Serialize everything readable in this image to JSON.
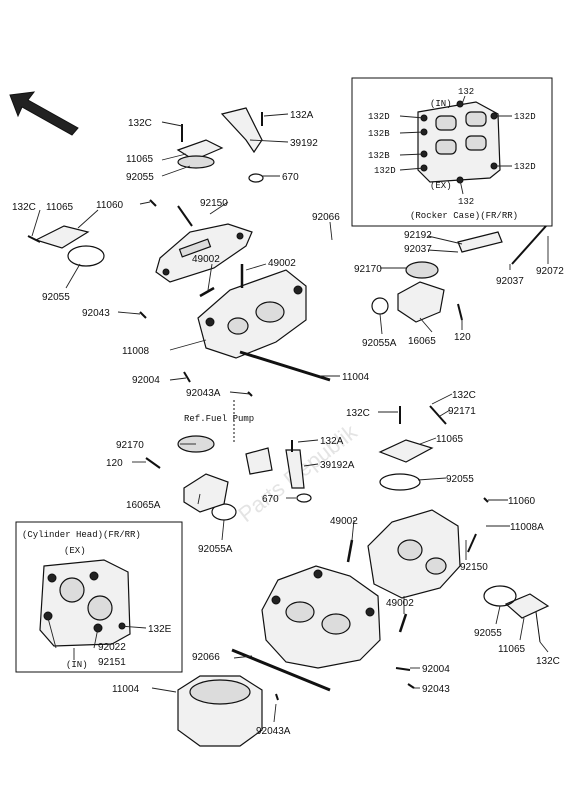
{
  "labels": {
    "l_132c_top": "132C",
    "l_132a_top": "132A",
    "l_11065_top": "11065",
    "l_39192": "39192",
    "l_92055_top": "92055",
    "l_670_top": "670",
    "l_11060_top": "11060",
    "l_92150_top": "92150",
    "l_132c_left": "132C",
    "l_11065_left": "11065",
    "l_92066_top": "92066",
    "l_49002_a": "49002",
    "l_49002_b": "49002",
    "l_92055_left": "92055",
    "l_92043_top": "92043",
    "l_11008": "11008",
    "l_92004_top": "92004",
    "l_92043a_top": "92043A",
    "l_11004_top": "11004",
    "l_92055a_top": "92055A",
    "l_92192": "92192",
    "l_92037_a": "92037",
    "l_92170_top": "92170",
    "l_92037_b": "92037",
    "l_92072": "92072",
    "l_16065": "16065",
    "l_120_top": "120",
    "l_132c_mid": "132C",
    "l_132c_mid2": "132C",
    "l_92171": "92171",
    "l_11065_mid": "11065",
    "l_92055_mid": "92055",
    "l_11060_mid": "11060",
    "l_11008a": "11008A",
    "l_92150_mid": "92150",
    "l_49002_mid": "49002",
    "l_49002_mid2": "49002",
    "l_92170_bot": "92170",
    "l_120_bot": "120",
    "l_132a_bot": "132A",
    "l_39192a": "39192A",
    "l_16065a": "16065A",
    "l_670_bot": "670",
    "l_92055a_bot": "92055A",
    "l_92055_right": "92055",
    "l_11065_right": "11065",
    "l_132c_right": "132C",
    "l_92066_bot": "92066",
    "l_92004_bot": "92004",
    "l_92043_bot": "92043",
    "l_11004_bot": "11004",
    "l_92043a_bot": "92043A",
    "l_132e": "132E",
    "l_92022": "92022",
    "l_92151": "92151"
  },
  "ref_fuel_pump": "Ref.Fuel Pump",
  "rocker_case_inset": {
    "caption": "(Rocker Case)(FR/RR)",
    "in_label": "(IN)",
    "ex_label": "(EX)",
    "top_132": "132",
    "bottom_132": "132",
    "left_132d_1": "132D",
    "left_132b_1": "132B",
    "left_132b_2": "132B",
    "left_132d_2": "132D",
    "right_132d_1": "132D",
    "right_132d_2": "132D"
  },
  "cylinder_head_inset": {
    "caption": "(Cylinder Head)(FR/RR)",
    "ex_label": "(EX)",
    "in_label": "(IN)"
  },
  "watermark": "Parts Republik",
  "icons": {
    "direction_arrow": "front-direction-arrow-icon"
  }
}
